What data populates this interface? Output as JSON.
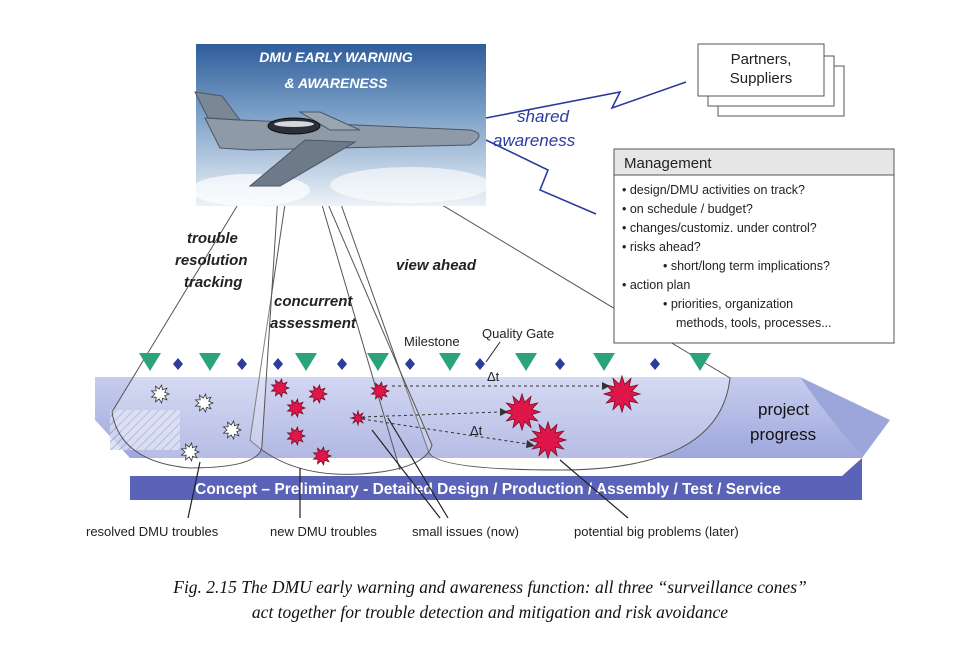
{
  "banner": {
    "line1": "DMU EARLY WARNING",
    "line2": "& AWARENESS"
  },
  "shared_awareness": {
    "line1": "shared",
    "line2": "awareness"
  },
  "partners": {
    "line1": "Partners,",
    "line2": "Suppliers"
  },
  "management": {
    "title": "Management",
    "items": [
      "• design/DMU activities on track?",
      "• on schedule / budget?",
      "• changes/customiz. under control?",
      "• risks ahead?",
      "• short/long term implications?",
      "• action plan",
      "• priorities, organization",
      "methods, tools, processes..."
    ]
  },
  "cones": {
    "trouble": [
      "trouble",
      "resolution",
      "tracking"
    ],
    "concurrent": [
      "concurrent",
      "assessment"
    ],
    "view_ahead": "view ahead"
  },
  "markers": {
    "milestone": "Milestone",
    "quality_gate": "Quality Gate",
    "delta_t": "Δt"
  },
  "progress": {
    "line1": "project",
    "line2": "progress"
  },
  "phase_bar": "Concept – Preliminary - Detailed Design / Production / Assembly / Test / Service",
  "bottom_labels": [
    "resolved DMU troubles",
    "new DMU troubles",
    "small issues (now)",
    "potential big problems (later)"
  ],
  "caption": {
    "line1": "Fig. 2.15  The DMU early warning and awareness function: all three “surveillance cones”",
    "line2": "act together for trouble detection and mitigation and risk avoidance"
  },
  "colors": {
    "band": "#aeb6e6",
    "band_dark": "#7d86c9",
    "phase_bar": "#5b63b8",
    "triangle": "#2aa37a",
    "diamond": "#2d3b9a",
    "star": "#e0164a",
    "shared_text": "#2b3aa0"
  }
}
